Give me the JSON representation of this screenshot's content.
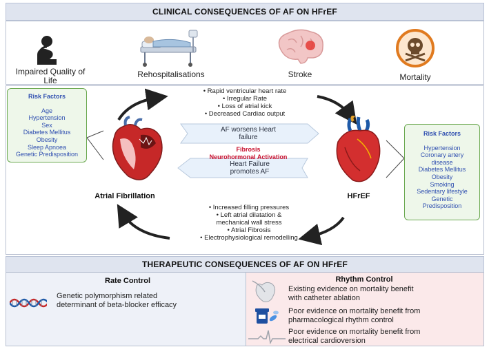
{
  "top_banner": {
    "title": "CLINICAL CONSEQUENCES OF AF ON HFrEF"
  },
  "consequences": [
    {
      "icon": "sad-person-icon",
      "label": "Impaired Quality of Life"
    },
    {
      "icon": "hospital-bed-icon",
      "label": "Rehospitalisations"
    },
    {
      "icon": "brain-icon",
      "label": "Stroke"
    },
    {
      "icon": "skull-crossbones-icon",
      "label": "Mortality"
    }
  ],
  "af_risk": {
    "title": "Risk Factors",
    "items": [
      "Age",
      "Hypertension",
      "Sex",
      "Diabetes Mellitus",
      "Obesity",
      "Sleep Apnoea",
      "Genetic Predisposition"
    ]
  },
  "hf_risk": {
    "title": "Risk Factors",
    "items": [
      "Hypertension",
      "Coronary artery",
      "disease",
      "Diabetes Mellitus",
      "Obesity",
      "Smoking",
      "Sedentary lifestyle",
      "Genetic",
      "Predisposition"
    ]
  },
  "top_bullets": [
    "• Rapid ventricular heart rate",
    "• Irregular Rate",
    "• Loss of atrial kick",
    "• Decreased Cardiac output"
  ],
  "bottom_bullets": [
    "• Increased filling pressures",
    "• Left atrial dilatation &",
    "mechanical wall stress",
    "• Atrial Fibrosis",
    "• Electrophysiological remodelling"
  ],
  "arrow_af_to_hf": [
    "AF worsens Heart",
    "failure"
  ],
  "arrow_hf_to_af": [
    "Heart Failure",
    "promotes AF"
  ],
  "center_mechanisms": [
    "Fibrosis",
    "Neurohormonal Activation"
  ],
  "af_label": "Atrial Fibrillation",
  "hf_label": "HFrEF",
  "bottom_banner": {
    "title": "THERAPEUTIC  CONSEQUENCES OF AF ON HFrEF"
  },
  "rate_control": {
    "title": "Rate Control",
    "icon": "dna-icon",
    "text": [
      "Genetic polymorphism related",
      "determinant of beta-blocker efficacy"
    ]
  },
  "rhythm_control": {
    "title": "Rhythm Control",
    "items": [
      {
        "icon": "heart-catheter-icon",
        "lines": [
          "Existing evidence on mortality benefit",
          "with catheter ablation"
        ]
      },
      {
        "icon": "pill-bottle-icon",
        "lines": [
          "Poor evidence on mortality benefit from",
          "pharmacological  rhythm control"
        ]
      },
      {
        "icon": "ecg-icon",
        "lines": [
          "Poor evidence on mortality benefit from",
          "electrical  cardioversion"
        ]
      }
    ]
  },
  "colors": {
    "banner_bg": "#dfe4ef",
    "risk_box_bg": "#eef7ea",
    "risk_box_border": "#6aa84f",
    "rhythm_bg": "#fbe9ea",
    "rate_bg": "#eef1f8",
    "mechanism_red": "#c8102e"
  }
}
